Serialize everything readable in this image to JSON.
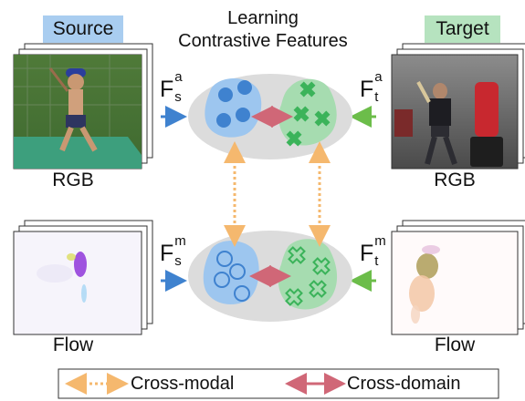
{
  "header": {
    "source_label": "Source",
    "target_label": "Target",
    "title_line1": "Learning",
    "title_line2": "Contrastive Features"
  },
  "labels": {
    "rgb_left": "RGB",
    "rgb_right": "RGB",
    "flow_left": "Flow",
    "flow_right": "Flow"
  },
  "features": {
    "top_left": {
      "base": "F",
      "sub": "s",
      "sup": "a"
    },
    "top_right": {
      "base": "F",
      "sub": "t",
      "sup": "a"
    },
    "bottom_left": {
      "base": "F",
      "sub": "s",
      "sup": "m"
    },
    "bottom_right": {
      "base": "F",
      "sub": "t",
      "sup": "m"
    }
  },
  "legend": {
    "cross_modal": "Cross-modal",
    "cross_domain": "Cross-domain"
  },
  "colors": {
    "source_bg": "#a9cdf0",
    "target_bg": "#b6e3bf",
    "blue": "#3f82cf",
    "blue_fill": "#9dc6ef",
    "green": "#3bb35a",
    "green_fill": "#a6dcb0",
    "cross_domain": "#d06777",
    "cross_modal": "#f5b86e",
    "ellipse": "#dcdcdc"
  }
}
